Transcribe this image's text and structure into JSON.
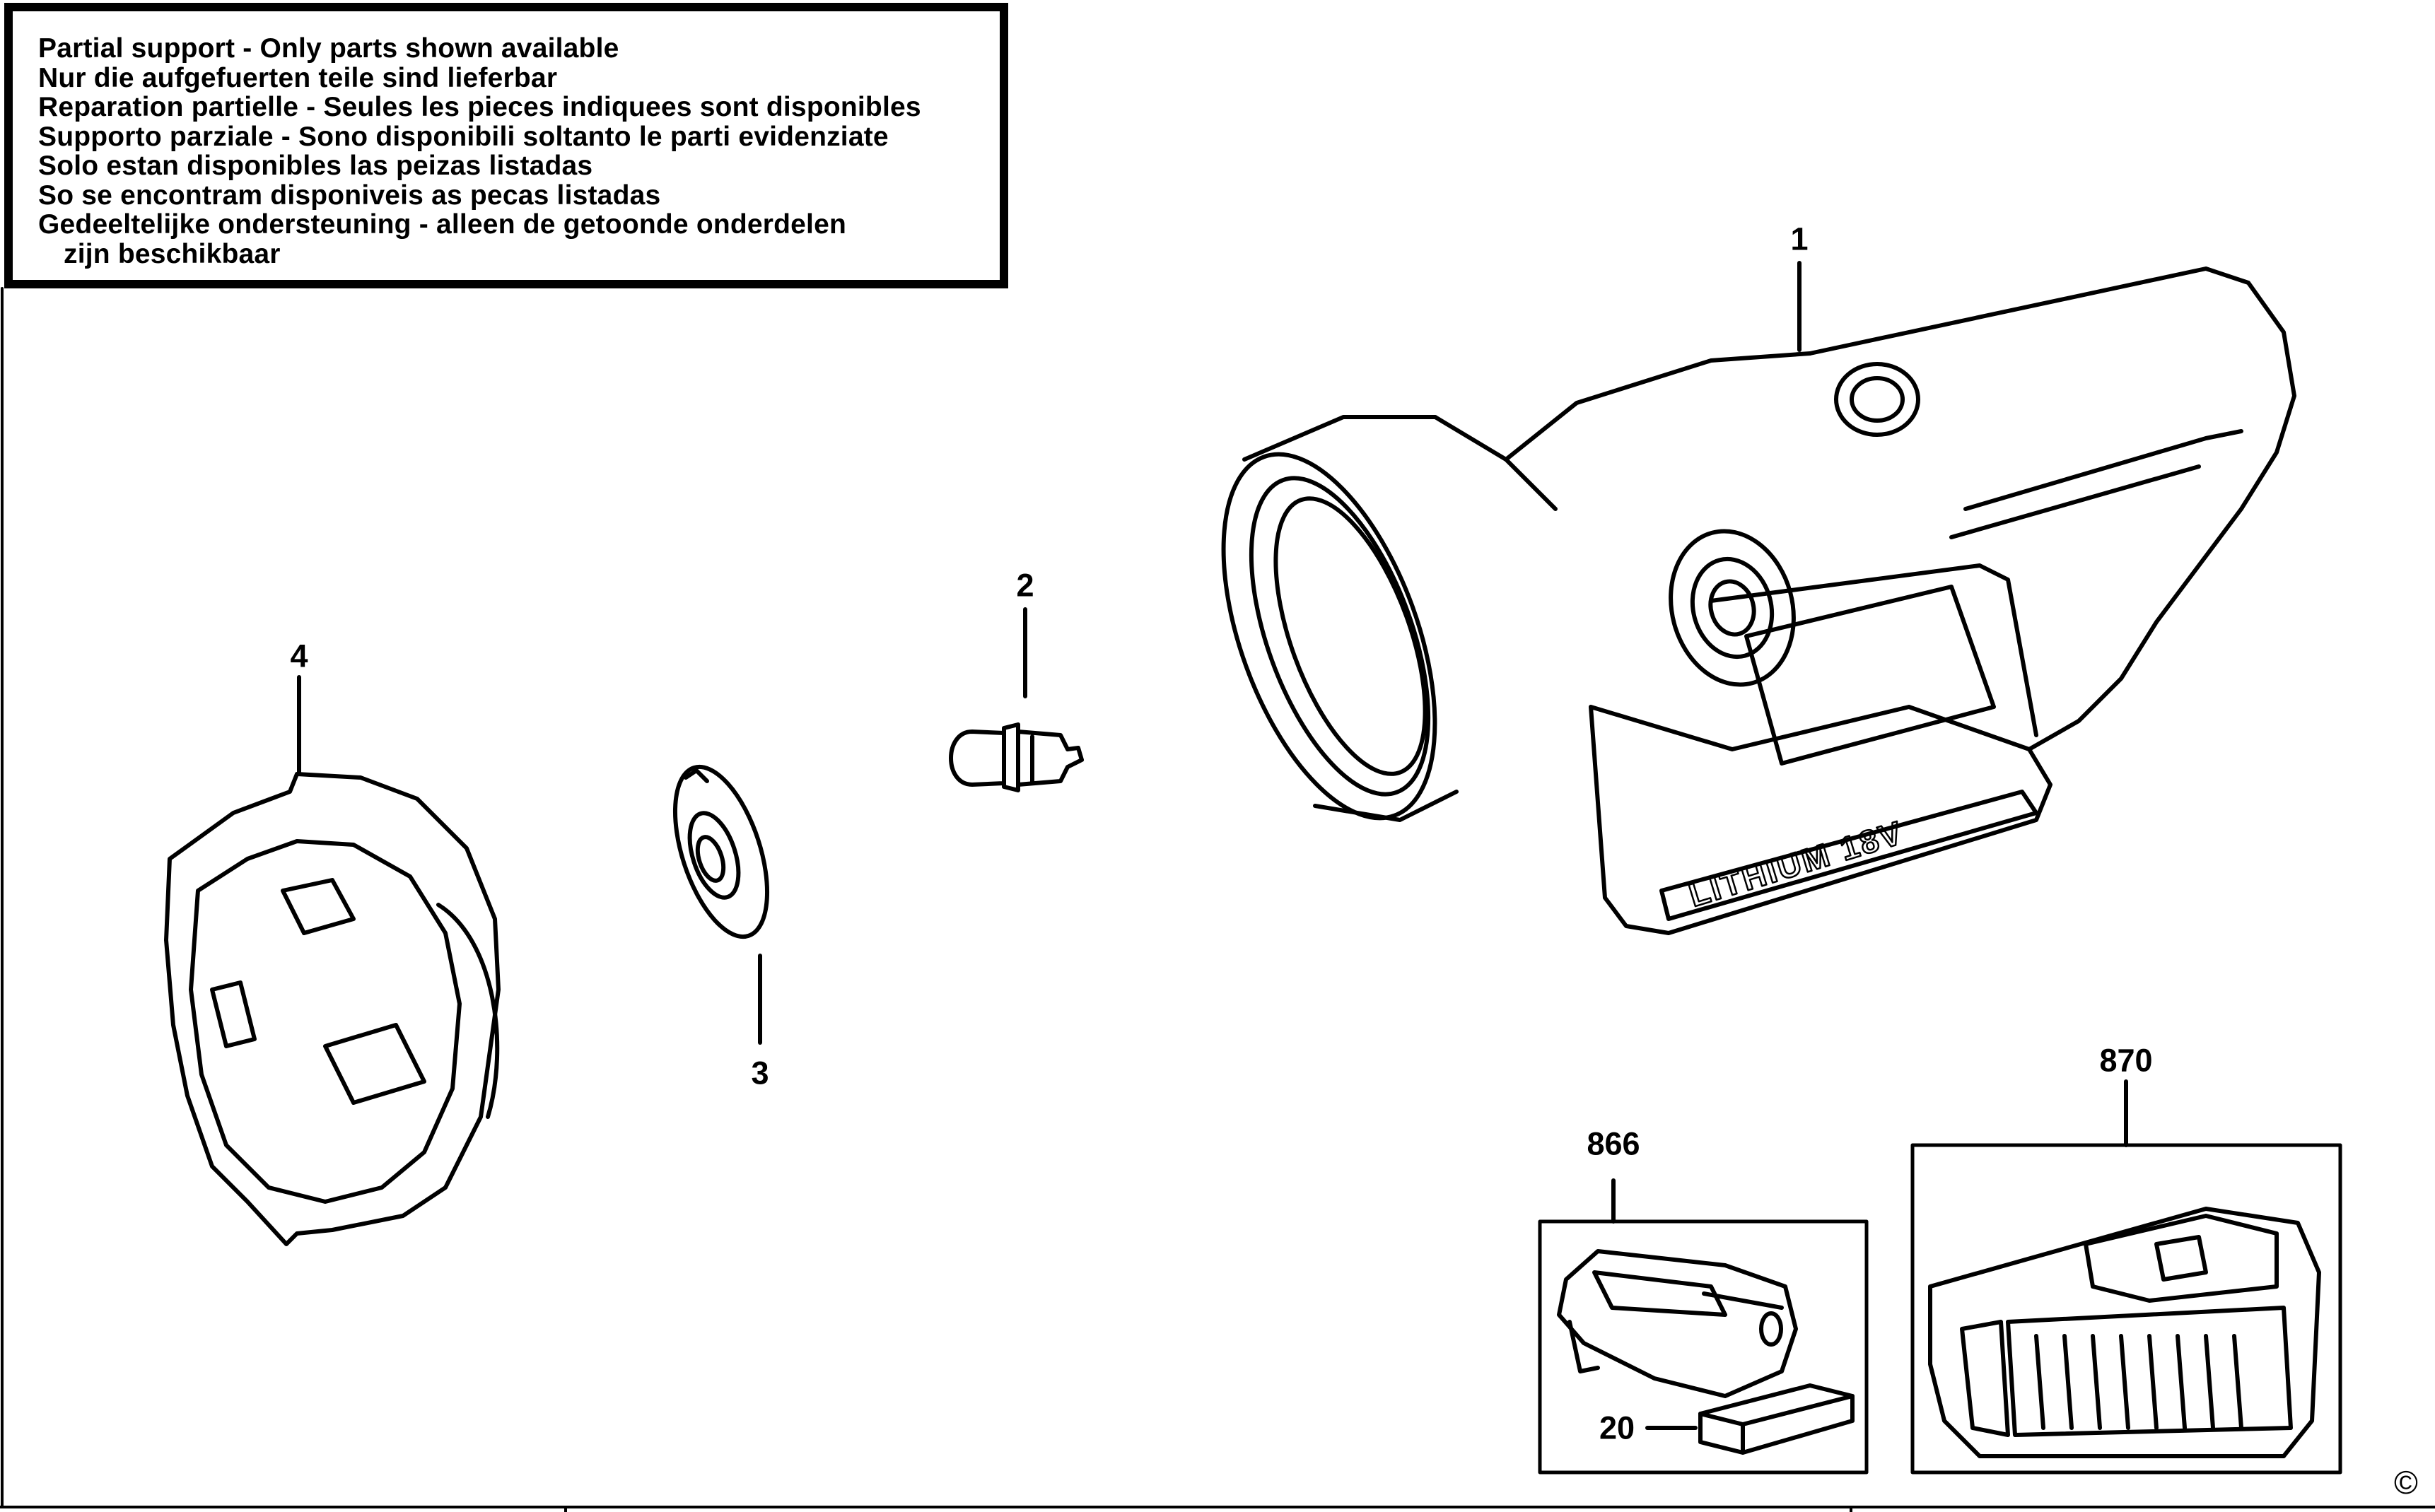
{
  "notice": {
    "lines": [
      "Partial support - Only parts shown available",
      "Nur die aufgefuerten teile sind lieferbar",
      "Reparation partielle - Seules les pieces indiquees sont disponibles",
      "Supporto parziale - Sono disponibili soltanto le parti evidenziate",
      "Solo estan disponibles las peizas listadas",
      "So se encontram disponiveis as pecas listadas",
      "Gedeeltelijke ondersteuning - alleen de getoonde onderdelen",
      "zijn beschikbaar"
    ]
  },
  "parts": {
    "p1": "1",
    "p2": "2",
    "p3": "3",
    "p4": "4",
    "p866": "866",
    "p870": "870",
    "p20": "20"
  },
  "product_marking": "LITHIUM 18V",
  "copyright_symbol": "©"
}
